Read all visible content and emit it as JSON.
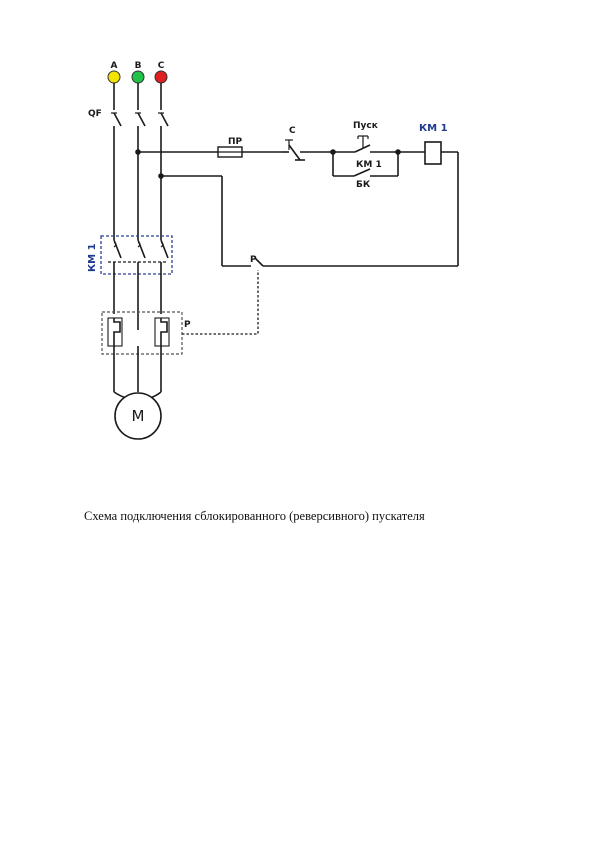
{
  "diagram": {
    "phase_labels": [
      "A",
      "B",
      "C"
    ],
    "phase_colors": [
      "#f2e400",
      "#22c24a",
      "#e02020"
    ],
    "breaker_label": "QF",
    "fuse_label": "ПР",
    "stop_label": "С",
    "start_label": "Пуск",
    "aux_contact_label": "КМ 1",
    "block_contact_label": "БК",
    "coil_label": "КМ 1",
    "contactor_label": "КМ 1",
    "relay_contact_label": "Р",
    "thermal_relay_label": "Р",
    "motor_label": "М"
  },
  "caption": "Схема  подключения сблокированного (реверсивного) пускателя"
}
